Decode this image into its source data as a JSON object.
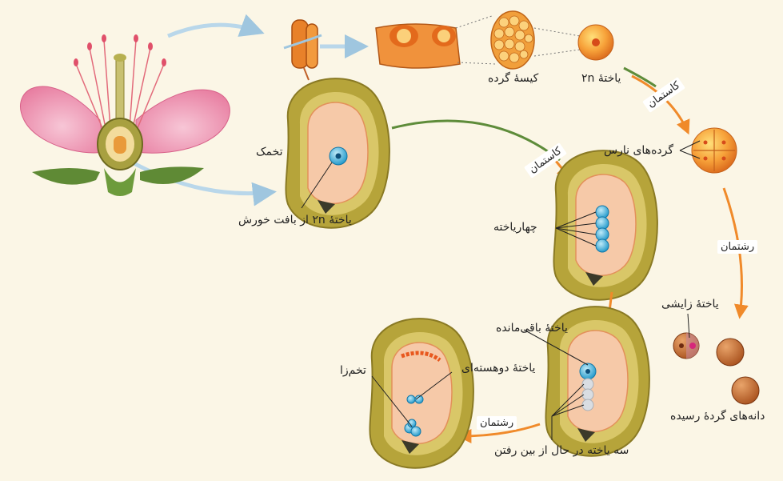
{
  "labels": {
    "pollen_sac": "کیسهٔ گرده",
    "cell_2n_top": "یاختهٔ ۲n",
    "ovule": "تخمک",
    "cell_2n_nucellus": "یاختهٔ ۲n از بافت خورش",
    "immature_pollen": "گرده‌های نارس",
    "four_cells": "چهاریاخته",
    "generative_cell": "یاختهٔ زایشی",
    "mature_pollen": "دانه‌های گردهٔ رسیده",
    "remaining_cell": "یاختهٔ باقی‌مانده",
    "binucleate_cell": "یاختهٔ دوهسته‌ای",
    "egg_cell": "تخم‌زا",
    "three_cells_dying": "سه یاخته در حال از بین رفتن"
  },
  "stages": {
    "meiosis_pollen": "کاستمان",
    "meiosis_ovule": "کاستمان",
    "mitosis_pollen": "رشتمان",
    "mitosis_ovule": "رشتمان"
  },
  "colors": {
    "background": "#fbf6e6",
    "arrow_orange": "#f08a2a",
    "arrow_green": "#5e8c3a",
    "arrow_blue": "#9fc6df",
    "ovule_olive": "#b8a63d",
    "ovule_inner": "#f6c9a8",
    "cell_blue": "#2fa9d6",
    "pollen_orange": "#f39a2a",
    "petal_pink": "#ef8fae"
  }
}
